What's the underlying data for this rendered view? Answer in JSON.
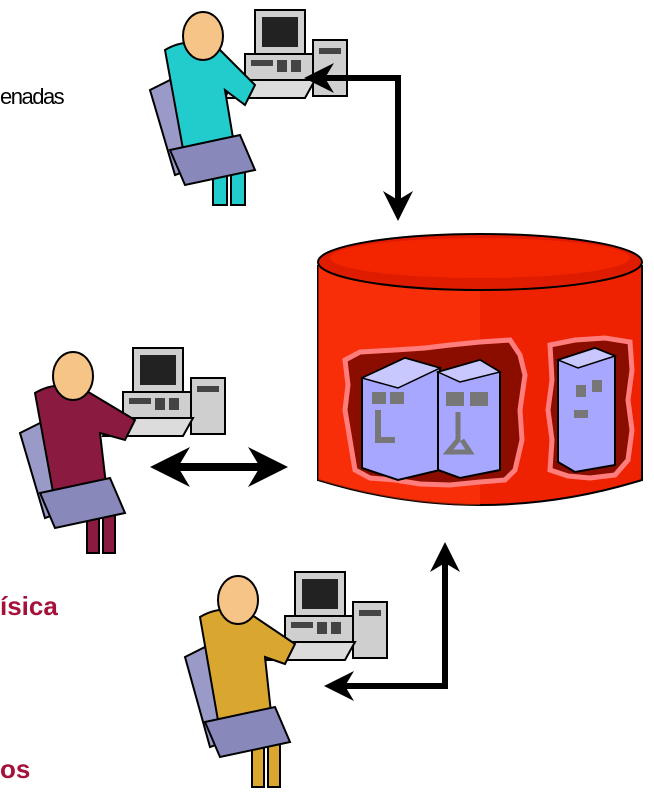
{
  "labels": {
    "top": "enadas",
    "middle": "ísica",
    "bottom": "os"
  },
  "colors": {
    "cylinder": "#ee2200",
    "cylinder_dark": "#8a0d00",
    "servers": "#a7a7ff",
    "user_top_shirt": "#22cccc",
    "user_mid_shirt": "#8a1a40",
    "user_bot_shirt": "#d9a630",
    "chair": "#9a9ac8",
    "skin": "#f7c488",
    "label_accent": "#a4123a"
  },
  "icons": [
    "user-workstation-icon",
    "database-cylinder-icon",
    "server-icon",
    "bidirectional-arrow-icon"
  ]
}
